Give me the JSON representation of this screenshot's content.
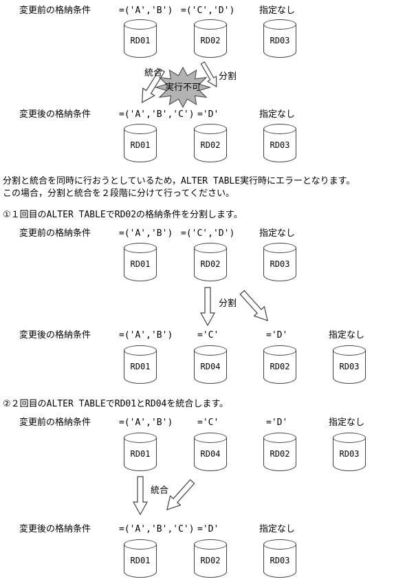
{
  "palette": {
    "line": "#404040",
    "star_fill": "#b3b3b3",
    "arrow_fill": "#ffffff",
    "text": "#000000",
    "background": "#ffffff"
  },
  "diagram1": {
    "before": {
      "row_label": "変更前の格納条件",
      "conds": [
        "=('A','B')",
        "=('C','D')",
        "指定なし"
      ],
      "cylinders": [
        "RD01",
        "RD02",
        "RD03"
      ]
    },
    "merge_label": "統合",
    "split_label": "分割",
    "error_label": "実行不可",
    "after": {
      "row_label": "変更後の格納条件",
      "conds": [
        "=('A','B','C')",
        "='D'",
        "指定なし"
      ],
      "cylinders": [
        "RD01",
        "RD02",
        "RD03"
      ]
    }
  },
  "note": {
    "line1": "分割と統合を同時に行おうとしているため，ALTER TABLE実行時にエラーとなります。",
    "line2": "この場合，分割と統合を２段階に分けて行ってください。"
  },
  "step1": {
    "heading": "①１回目のALTER TABLEでRD02の格納条件を分割します。",
    "before": {
      "row_label": "変更前の格納条件",
      "conds": [
        "=('A','B')",
        "=('C','D')",
        "指定なし"
      ],
      "cylinders": [
        "RD01",
        "RD02",
        "RD03"
      ]
    },
    "arrow_label": "分割",
    "after": {
      "row_label": "変更後の格納条件",
      "conds": [
        "=('A','B')",
        "='C'",
        "='D'",
        "指定なし"
      ],
      "cylinders": [
        "RD01",
        "RD04",
        "RD02",
        "RD03"
      ]
    }
  },
  "step2": {
    "heading": "②２回目のALTER TABLEでRD01とRD04を統合します。",
    "before": {
      "row_label": "変更前の格納条件",
      "conds": [
        "=('A','B')",
        "='C'",
        "='D'",
        "指定なし"
      ],
      "cylinders": [
        "RD01",
        "RD04",
        "RD02",
        "RD03"
      ]
    },
    "arrow_label": "統合",
    "after": {
      "row_label": "変更後の格納条件",
      "conds": [
        "=('A','B','C')",
        "='D'",
        "指定なし"
      ],
      "cylinders": [
        "RD01",
        "RD02",
        "RD03"
      ]
    }
  }
}
